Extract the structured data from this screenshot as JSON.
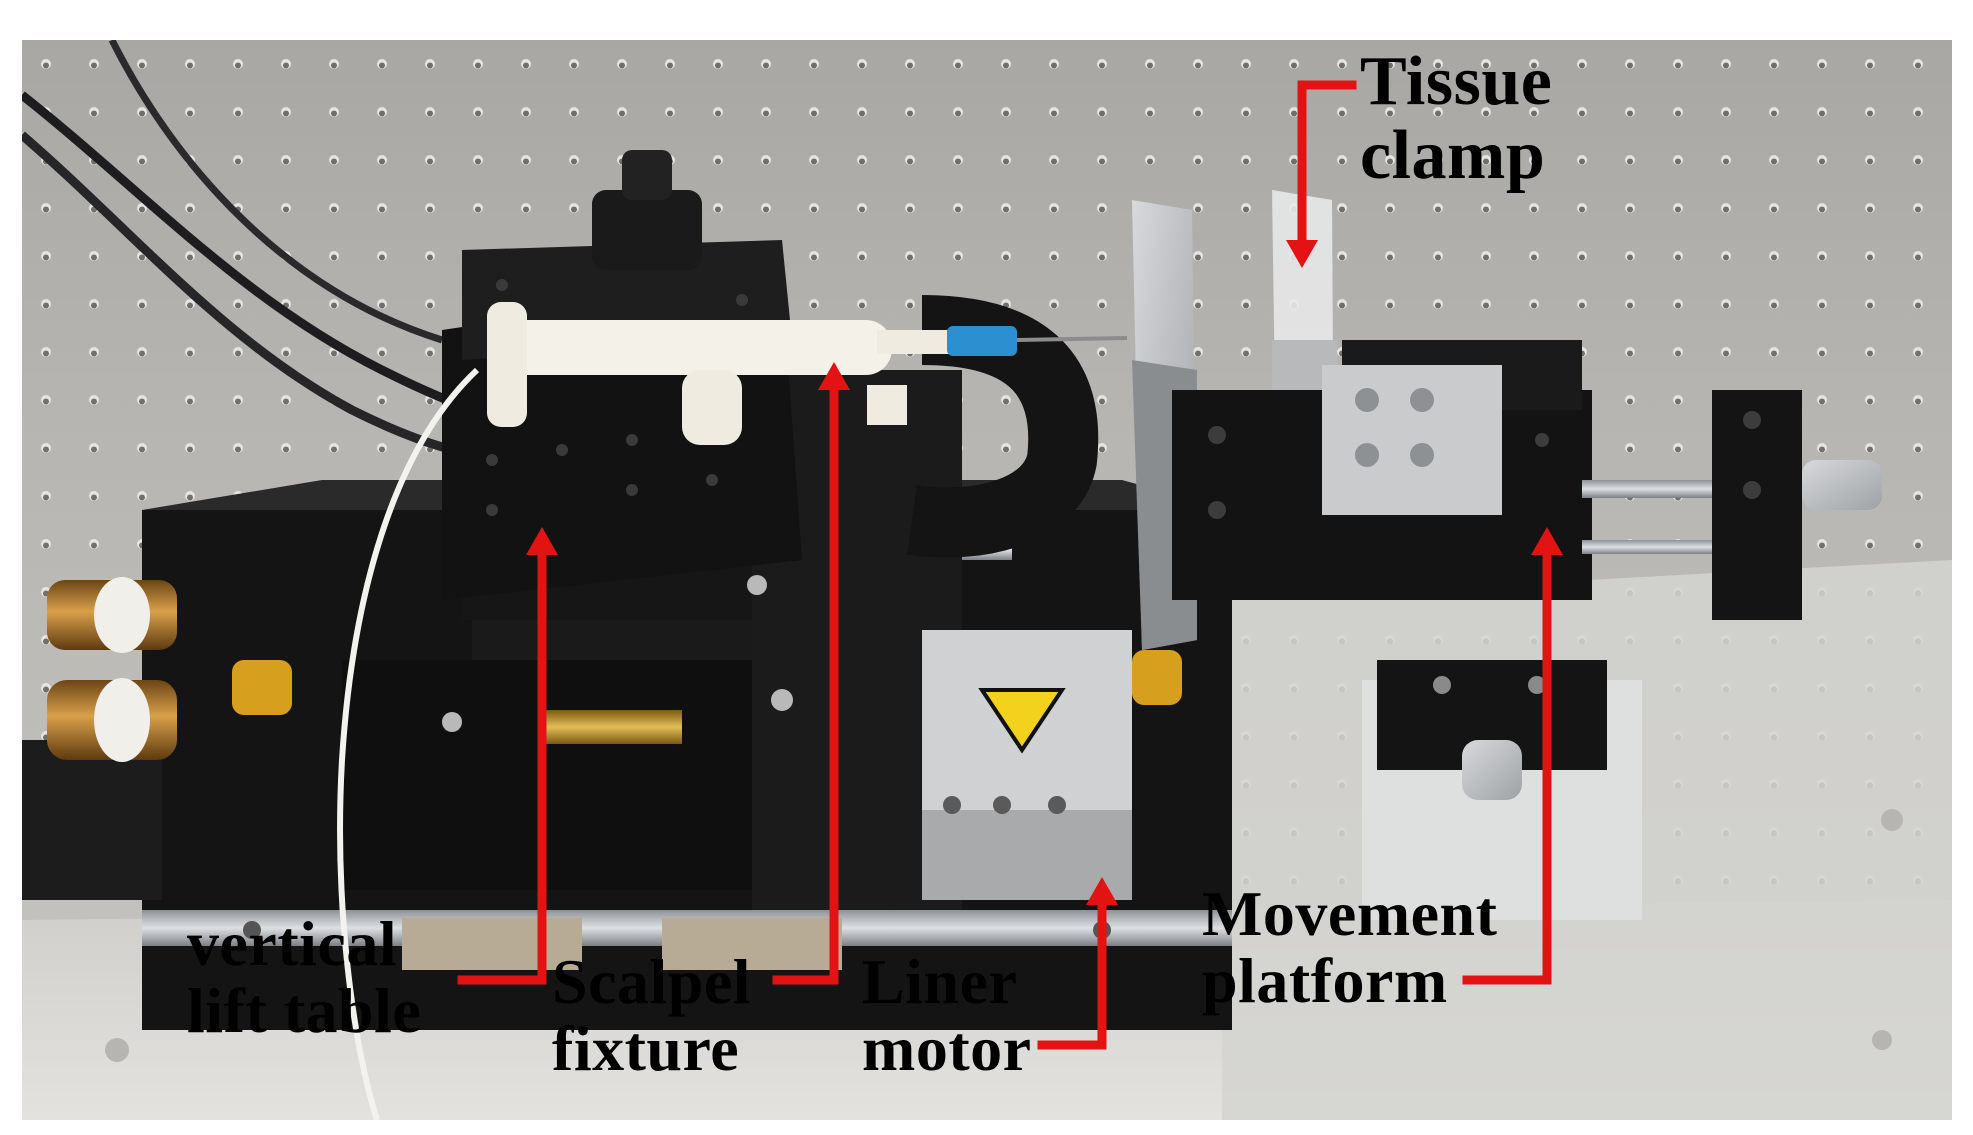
{
  "figure": {
    "kind": "annotated-photograph",
    "subject": "tissue cutting test rig with scalpel on a linear motor stage",
    "annotation_color": "#e31313"
  },
  "labels": {
    "tissue_clamp": {
      "line1": "Tissue",
      "line2": "clamp"
    },
    "vertical_lift_table": {
      "line1": "vertical",
      "line2": "lift table"
    },
    "scalpel_fixture": {
      "line1": "Scalpel",
      "line2": "fixture"
    },
    "liner_motor": {
      "line1": "Liner",
      "line2": "motor"
    },
    "movement_platform": {
      "line1": "Movement",
      "line2": "platform"
    }
  }
}
